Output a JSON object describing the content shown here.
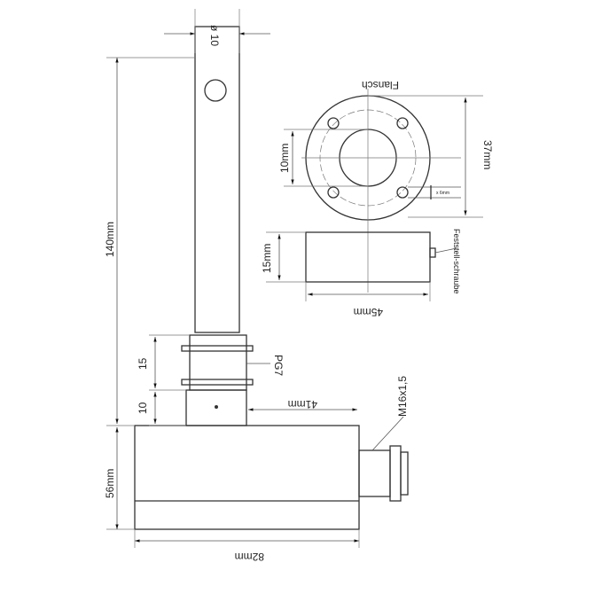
{
  "labels": {
    "rod_diameter": "ø 10",
    "rod_length": "140mm",
    "flange_title": "Flansch",
    "flange_inner": "10mm",
    "flange_outer": "37mm",
    "flange_height": "15mm",
    "flange_width": "45mm",
    "set_screw": "Feststell-schraube",
    "screw_size": "x 6mm",
    "gland": "PG7",
    "gland_height": "15",
    "block_height": "10",
    "block_offset": "41mm",
    "thread": "M16x1,5",
    "body_height": "56mm",
    "body_width": "82mm"
  }
}
